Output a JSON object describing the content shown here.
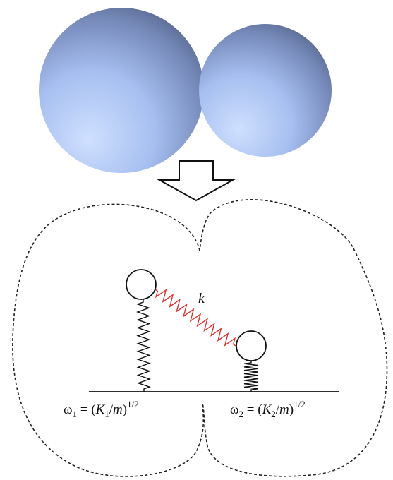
{
  "diagram": {
    "coupling_label": "k",
    "formula_1": {
      "omega": "ω",
      "sub": "1",
      "eq": " = (",
      "K": "K",
      "K_sub": "1",
      "slash": "/",
      "m": "m",
      "close": ")",
      "exp": "1/2"
    },
    "formula_2": {
      "omega": "ω",
      "sub": "2",
      "eq": " = (",
      "K": "K",
      "K_sub": "2",
      "slash": "/",
      "m": "m",
      "close": ")",
      "exp": "1/2"
    },
    "colors": {
      "sphere_light": "#c2d6ff",
      "sphere_mid": "#9ab3e6",
      "sphere_dark": "#4f5f82",
      "coupling_spring": "#e23030",
      "lines": "#111111"
    }
  }
}
